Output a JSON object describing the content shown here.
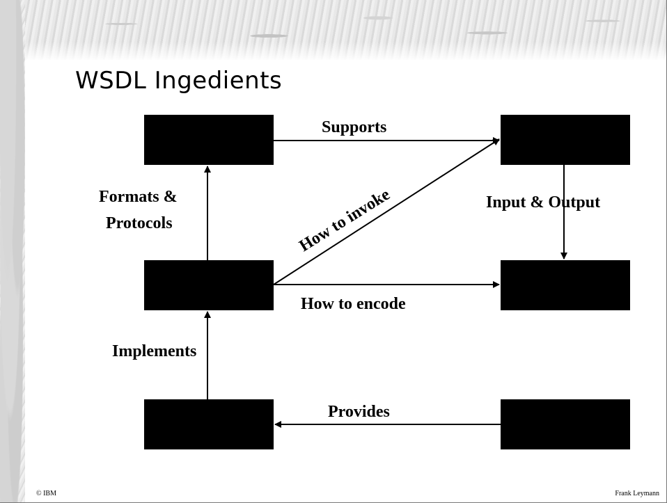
{
  "slide": {
    "title": "WSDL Ingedients",
    "footer_left": "© IBM",
    "footer_right": "Frank Leymann"
  },
  "diagram": {
    "edges": {
      "supports": "Supports",
      "formats_line1": "Formats &",
      "formats_line2": "Protocols",
      "how_to_invoke": "How to invoke",
      "input_output": "Input & Output",
      "how_to_encode": "How to encode",
      "implements": "Implements",
      "provides": "Provides"
    }
  }
}
